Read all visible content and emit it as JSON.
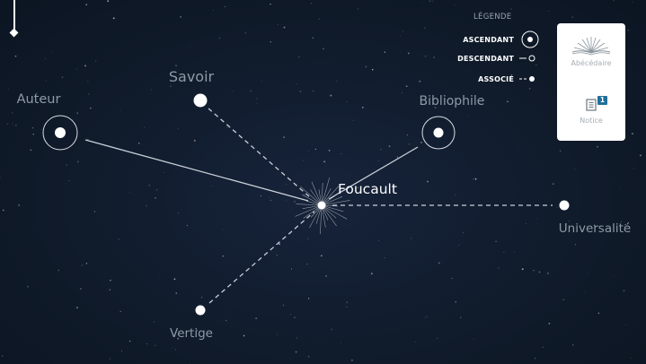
{
  "legend": {
    "title": "LÉGENDE",
    "items": [
      {
        "label": "ASCENDANT",
        "symbol": "ringed-dot-icon"
      },
      {
        "label": "DESCENDANT",
        "symbol": "line-hollow-dot-icon"
      },
      {
        "label": "ASSOCIÉ",
        "symbol": "dashed-filled-dot-icon"
      }
    ]
  },
  "panel": {
    "abecedaire": {
      "label": "Abécédaire",
      "icon": "open-book-icon"
    },
    "notice": {
      "label": "Notice",
      "icon": "document-icon",
      "badge": "1"
    }
  },
  "graph": {
    "center": {
      "label": "Foucault"
    },
    "nodes": [
      {
        "id": "auteur",
        "label": "Auteur",
        "relation": "ascendant"
      },
      {
        "id": "savoir",
        "label": "Savoir",
        "relation": "associe"
      },
      {
        "id": "bibliophile",
        "label": "Bibliophile",
        "relation": "ascendant"
      },
      {
        "id": "universalite",
        "label": "Universalité",
        "relation": "associe"
      },
      {
        "id": "vertige",
        "label": "Vertige",
        "relation": "associe"
      }
    ]
  },
  "colors": {
    "background": "#101b2b",
    "node": "#ffffff",
    "label": "#8f9aa6",
    "panel": "#ffffff",
    "badge": "#1f6f9c"
  }
}
